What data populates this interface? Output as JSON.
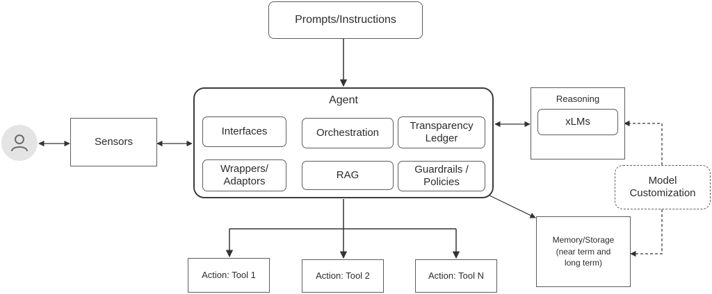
{
  "prompts": "Prompts/Instructions",
  "sensors": "Sensors",
  "agent": {
    "title": "Agent",
    "interfaces": "Interfaces",
    "orchestration": "Orchestration",
    "transparency": [
      "Transparency",
      "Ledger"
    ],
    "wrappers": [
      "Wrappers/",
      "Adaptors"
    ],
    "rag": "RAG",
    "guardrails": [
      "Guardrails /",
      "Policies"
    ]
  },
  "reasoning": {
    "title": "Reasoning",
    "xlms": "xLMs"
  },
  "model_customization": [
    "Model",
    "Customization"
  ],
  "memory": [
    "Memory/Storage",
    "(near term and",
    "long term)"
  ],
  "actions": [
    "Action: Tool 1",
    "Action: Tool 2",
    "Action: Tool N"
  ],
  "icons": {
    "user": "user-icon"
  },
  "colors": {
    "line": "#333333",
    "border": "#5a5a5a",
    "avatar_bg": "#e4e4e4"
  }
}
